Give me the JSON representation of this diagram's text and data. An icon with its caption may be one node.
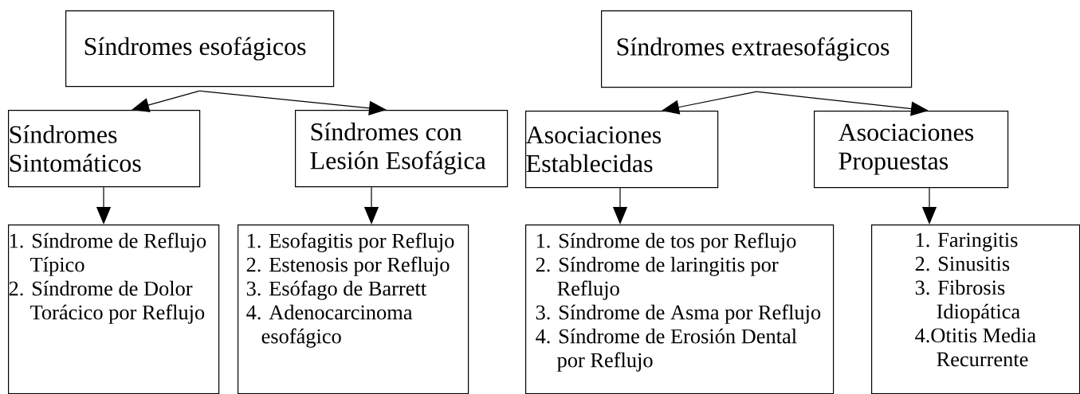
{
  "diagram": {
    "nodes": [
      {
        "text": [
          "Síndromes esofágicos"
        ]
      },
      {
        "text": [
          "Síndromes extraesofágicos"
        ]
      },
      {
        "text": [
          "Síndromes Sintomáticos"
        ]
      },
      {
        "text": [
          "Síndromes con Lesión Esofágica"
        ]
      },
      {
        "text": [
          "Asociaciones Establecidas"
        ]
      },
      {
        "text": [
          "Asociaciones Propuestas"
        ]
      },
      {
        "text": [
          "1. Síndrome de Reflujo Típico",
          "2. Síndrome de Dolor Torácico por Reflujo"
        ]
      },
      {
        "text": [
          "1. Esofagitis por Reflujo",
          "2. Estenosis por Reflujo",
          "3. Esófago de Barrett",
          "4. Adenocarcinoma esofágico"
        ]
      },
      {
        "text": [
          "1. Síndrome de tos por Reflujo",
          "2. Síndrome de laringitis por Reflujo",
          "3. Síndrome de Asma por Reflujo",
          "4. Síndrome de Erosión Dental por Reflujo"
        ]
      },
      {
        "text": [
          "1. Faringitis",
          "2. Sinusitis",
          "3. Fibrosis Idiopática",
          "4.Otitis Media Recurrente"
        ]
      }
    ],
    "edges": [
      {
        "from": 0,
        "to": 2,
        "arrow": "to"
      },
      {
        "from": 0,
        "to": 3,
        "arrow": "to"
      },
      {
        "from": 1,
        "to": 4,
        "arrow": "to"
      },
      {
        "from": 1,
        "to": 5,
        "arrow": "to"
      },
      {
        "from": 2,
        "to": 6,
        "arrow": "to"
      },
      {
        "from": 3,
        "to": 7,
        "arrow": "to"
      },
      {
        "from": 4,
        "to": 8,
        "arrow": "to"
      },
      {
        "from": 5,
        "to": 9,
        "arrow": "to"
      }
    ]
  }
}
